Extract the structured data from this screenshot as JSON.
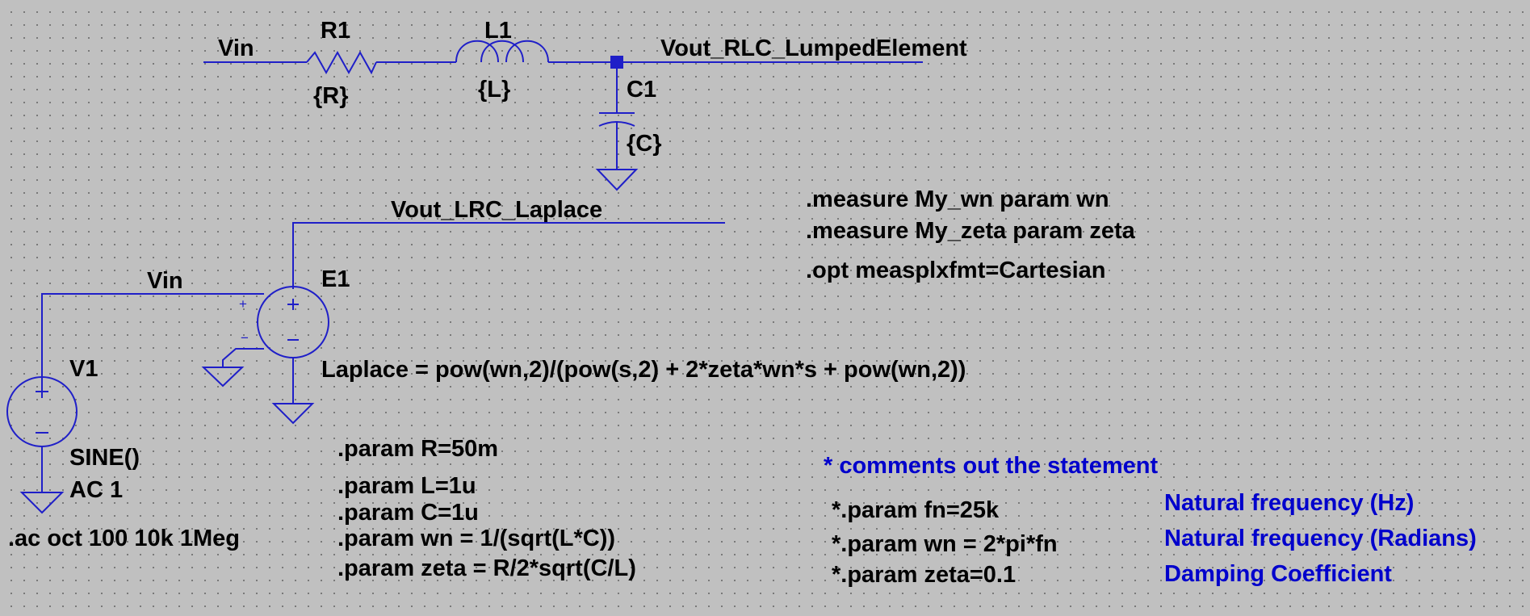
{
  "components": {
    "r1": {
      "name": "R1",
      "value": "{R}"
    },
    "l1": {
      "name": "L1",
      "value": "{L}"
    },
    "c1": {
      "name": "C1",
      "value": "{C}"
    },
    "e1": {
      "name": "E1",
      "expression": "Laplace = pow(wn,2)/(pow(s,2) + 2*zeta*wn*s + pow(wn,2))"
    },
    "v1": {
      "name": "V1",
      "value1": "SINE()",
      "value2": "AC 1"
    }
  },
  "nets": {
    "vin_top": "Vin",
    "vin_left": "Vin",
    "vout_rlc": "Vout_RLC_LumpedElement",
    "vout_laplace": "Vout_LRC_Laplace"
  },
  "directives": {
    "ac": ".ac oct 100 10k 1Meg",
    "params": [
      ".param R=50m",
      ".param L=1u",
      ".param C=1u",
      ".param wn = 1/(sqrt(L*C))",
      ".param zeta = R/2*sqrt(C/L)"
    ],
    "measures": [
      ".measure My_wn param wn",
      ".measure My_zeta param zeta"
    ],
    "opt": ".opt measplxfmt=Cartesian"
  },
  "comments": {
    "header": "* comments out the statement",
    "lines": [
      "*.param fn=25k",
      "*.param wn = 2*pi*fn",
      "*.param zeta=0.1"
    ],
    "notes": [
      "Natural frequency (Hz)",
      "Natural frequency (Radians)",
      "Damping Coefficient"
    ]
  },
  "colors": {
    "background": "#c0c0c0",
    "wire": "#1f1fc8",
    "comment_text": "#0000cc",
    "text": "#000000"
  }
}
